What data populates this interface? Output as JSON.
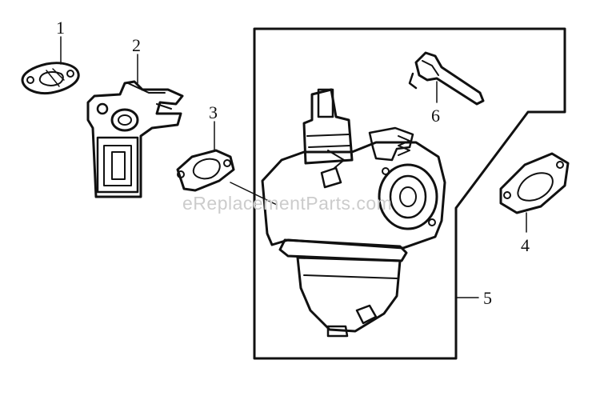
{
  "watermark": "eReplacementParts.com",
  "callouts": {
    "c1": "1",
    "c2": "2",
    "c3": "3",
    "c4": "4",
    "c5": "5",
    "c6": "6"
  },
  "colors": {
    "ink": "#111111",
    "watermark": "#cccccc",
    "background": "#ffffff"
  }
}
